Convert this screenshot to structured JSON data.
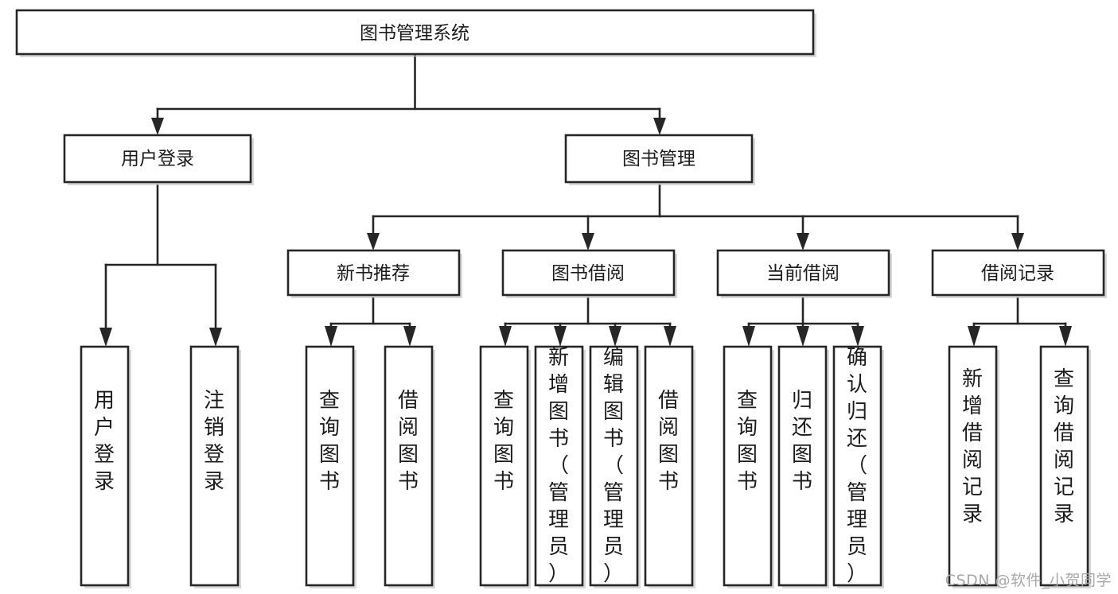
{
  "diagram": {
    "type": "tree",
    "title": "图书管理系统",
    "orientation": "top-down",
    "colors": {
      "box_fill": "#ffffff",
      "box_stroke": "#262626",
      "edge": "#262626",
      "text": "#1c1c1c",
      "watermark": "#a8a8a8",
      "background": "#ffffff"
    },
    "root": {
      "label": "图书管理系统"
    },
    "level2": [
      {
        "label": "用户登录"
      },
      {
        "label": "图书管理"
      }
    ],
    "level3": [
      {
        "label": "新书推荐"
      },
      {
        "label": "图书借阅"
      },
      {
        "label": "当前借阅"
      },
      {
        "label": "借阅记录"
      }
    ],
    "leaves": {
      "user_login": [
        {
          "label": "用户登录"
        },
        {
          "label": "注销登录"
        }
      ],
      "new_book_recommend": [
        {
          "label": "查询图书"
        },
        {
          "label": "借阅图书"
        }
      ],
      "book_borrow": [
        {
          "label": "查询图书"
        },
        {
          "label": "新增图书（管理员）"
        },
        {
          "label": "编辑图书（管理员）"
        },
        {
          "label": "借阅图书"
        }
      ],
      "current_borrow": [
        {
          "label": "查询图书"
        },
        {
          "label": "归还图书"
        },
        {
          "label": "确认归还（管理员）"
        }
      ],
      "borrow_record": [
        {
          "label": "新增借阅记录"
        },
        {
          "label": "查询借阅记录"
        }
      ]
    }
  },
  "watermark": {
    "text": "CSDN @软件_小贺同学"
  }
}
